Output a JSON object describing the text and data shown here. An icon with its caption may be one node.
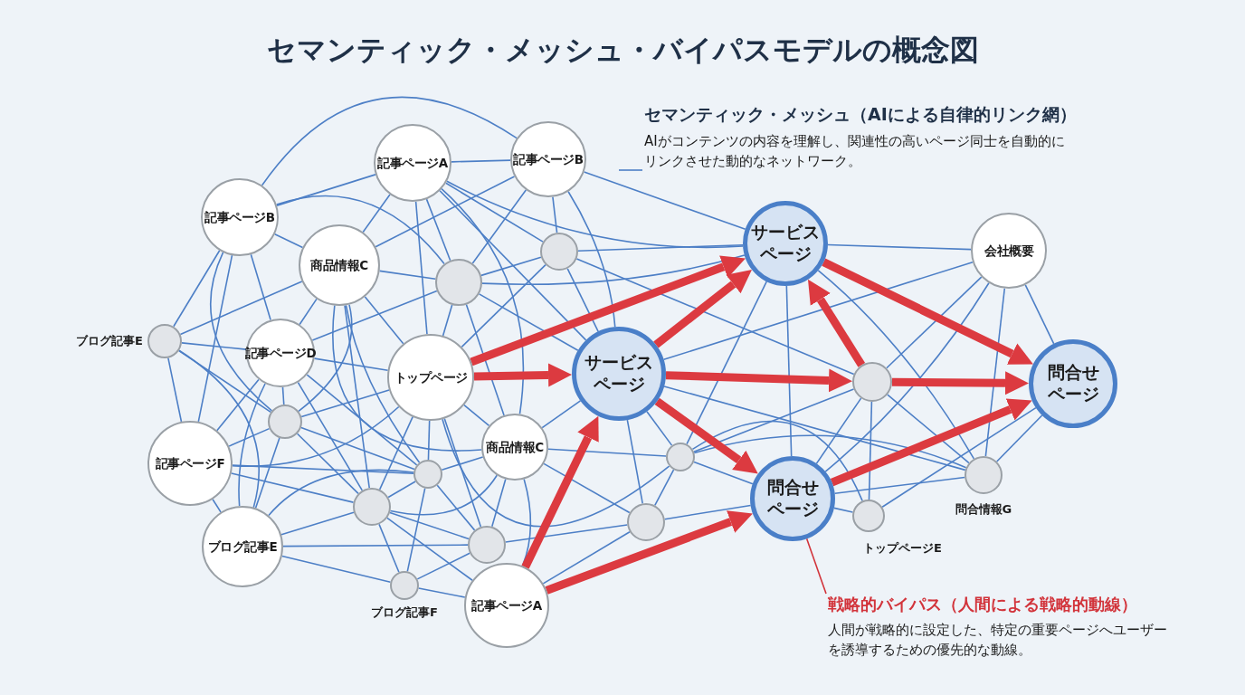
{
  "diagram": {
    "title": "セマンティック・メッシュ・バイパスモデルの概念図",
    "nodes": [
      {
        "text": [
          "記事ページA"
        ]
      },
      {
        "text": [
          "記事ページB"
        ]
      },
      {
        "text": [
          "記事ページB"
        ]
      },
      {
        "text": [
          "商品情報C"
        ]
      },
      {
        "text": [],
        "shape": "circle"
      },
      {
        "text": [],
        "shape": "circle"
      },
      {
        "text": [],
        "shape": "circle",
        "beside": [
          "ブログ記事E"
        ]
      },
      {
        "text": [
          "記事ページD"
        ]
      },
      {
        "text": [
          "トップページ"
        ]
      },
      {
        "text": [],
        "shape": "circle"
      },
      {
        "text": [
          "サービスページ"
        ]
      },
      {
        "text": [
          "サービスページ"
        ]
      },
      {
        "text": [
          "会社概要"
        ]
      },
      {
        "text": [],
        "shape": "circle"
      },
      {
        "text": [
          "問合せページ"
        ]
      },
      {
        "text": [
          "記事ページF"
        ]
      },
      {
        "text": [
          "商品情報C"
        ]
      },
      {
        "text": [],
        "shape": "circle"
      },
      {
        "text": [],
        "shape": "circle"
      },
      {
        "text": [
          "問合せページ"
        ]
      },
      {
        "text": [],
        "shape": "circle"
      },
      {
        "text": [],
        "shape": "circle"
      },
      {
        "text": [],
        "shape": "circle",
        "beside": [
          "問合情報G"
        ]
      },
      {
        "text": [],
        "shape": "circle",
        "beside": [
          "トップページE"
        ]
      },
      {
        "text": [
          "ブログ記事E"
        ]
      },
      {
        "text": [],
        "shape": "circle"
      },
      {
        "text": [],
        "shape": "circle",
        "beside": [
          "ブログ記事F"
        ]
      },
      {
        "text": [
          "記事ページA"
        ]
      },
      {
        "text": [
          "セマンティック・メッシュ（AIによる自律的リンク網）",
          "AIがコンテンツの内容を理解し、関連性の高いページ同士を自動的にリンクさせた動的なネットワーク。"
        ]
      },
      {
        "text": [
          "戦略的バイパス（人間による戦略的動線）",
          "人間が戦略的に設定した、特定の重要ページへユーザーを誘導するための優先的な動線。"
        ]
      }
    ],
    "edges": [
      {
        "from": 0,
        "to": 1,
        "arrow": "none"
      },
      {
        "from": 0,
        "to": 2,
        "arrow": "none"
      },
      {
        "from": 0,
        "to": 3,
        "arrow": "none"
      },
      {
        "from": 0,
        "to": 4,
        "arrow": "none"
      },
      {
        "from": 0,
        "to": 5,
        "arrow": "none"
      },
      {
        "from": 0,
        "to": 8,
        "arrow": "none"
      },
      {
        "from": 0,
        "to": 10,
        "arrow": "none"
      },
      {
        "from": 0,
        "to": 11,
        "arrow": "none"
      },
      {
        "from": 0,
        "to": 16,
        "arrow": "none"
      },
      {
        "from": 1,
        "to": 2,
        "arrow": "none"
      },
      {
        "from": 1,
        "to": 3,
        "arrow": "none"
      },
      {
        "from": 1,
        "to": 4,
        "arrow": "none"
      },
      {
        "from": 1,
        "to": 5,
        "arrow": "none"
      },
      {
        "from": 1,
        "to": 10,
        "arrow": "none"
      },
      {
        "from": 1,
        "to": 11,
        "arrow": "none"
      },
      {
        "from": 2,
        "to": 3,
        "arrow": "none"
      },
      {
        "from": 2,
        "to": 4,
        "arrow": "none"
      },
      {
        "from": 2,
        "to": 6,
        "arrow": "none"
      },
      {
        "from": 2,
        "to": 7,
        "arrow": "none"
      },
      {
        "from": 2,
        "to": 9,
        "arrow": "none"
      },
      {
        "from": 2,
        "to": 15,
        "arrow": "none"
      },
      {
        "from": 3,
        "to": 4,
        "arrow": "none"
      },
      {
        "from": 3,
        "to": 6,
        "arrow": "none"
      },
      {
        "from": 3,
        "to": 7,
        "arrow": "none"
      },
      {
        "from": 3,
        "to": 8,
        "arrow": "none"
      },
      {
        "from": 3,
        "to": 9,
        "arrow": "none"
      },
      {
        "from": 3,
        "to": 16,
        "arrow": "none"
      },
      {
        "from": 3,
        "to": 17,
        "arrow": "none"
      },
      {
        "from": 3,
        "to": 20,
        "arrow": "none"
      },
      {
        "from": 4,
        "to": 5,
        "arrow": "none"
      },
      {
        "from": 4,
        "to": 7,
        "arrow": "none"
      },
      {
        "from": 4,
        "to": 8,
        "arrow": "none"
      },
      {
        "from": 4,
        "to": 10,
        "arrow": "none"
      },
      {
        "from": 4,
        "to": 11,
        "arrow": "none"
      },
      {
        "from": 4,
        "to": 16,
        "arrow": "none"
      },
      {
        "from": 5,
        "to": 8,
        "arrow": "none"
      },
      {
        "from": 5,
        "to": 10,
        "arrow": "none"
      },
      {
        "from": 5,
        "to": 11,
        "arrow": "none"
      },
      {
        "from": 5,
        "to": 13,
        "arrow": "none"
      },
      {
        "from": 6,
        "to": 7,
        "arrow": "none"
      },
      {
        "from": 6,
        "to": 9,
        "arrow": "none"
      },
      {
        "from": 6,
        "to": 15,
        "arrow": "none"
      },
      {
        "from": 6,
        "to": 24,
        "arrow": "none"
      },
      {
        "from": 7,
        "to": 8,
        "arrow": "none"
      },
      {
        "from": 7,
        "to": 9,
        "arrow": "none"
      },
      {
        "from": 7,
        "to": 15,
        "arrow": "none"
      },
      {
        "from": 7,
        "to": 17,
        "arrow": "none"
      },
      {
        "from": 7,
        "to": 20,
        "arrow": "none"
      },
      {
        "from": 7,
        "to": 24,
        "arrow": "none"
      },
      {
        "from": 8,
        "to": 9,
        "arrow": "none"
      },
      {
        "from": 8,
        "to": 15,
        "arrow": "none"
      },
      {
        "from": 8,
        "to": 16,
        "arrow": "none"
      },
      {
        "from": 8,
        "to": 17,
        "arrow": "none"
      },
      {
        "from": 8,
        "to": 20,
        "arrow": "none"
      },
      {
        "from": 8,
        "to": 25,
        "arrow": "none"
      },
      {
        "from": 8,
        "to": 18,
        "arrow": "none"
      },
      {
        "from": 9,
        "to": 15,
        "arrow": "none"
      },
      {
        "from": 9,
        "to": 17,
        "arrow": "none"
      },
      {
        "from": 9,
        "to": 20,
        "arrow": "none"
      },
      {
        "from": 9,
        "to": 24,
        "arrow": "none"
      },
      {
        "from": 10,
        "to": 16,
        "arrow": "none"
      },
      {
        "from": 10,
        "to": 18,
        "arrow": "none"
      },
      {
        "from": 10,
        "to": 21,
        "arrow": "none"
      },
      {
        "from": 10,
        "to": 12,
        "arrow": "none"
      },
      {
        "from": 10,
        "to": 22,
        "arrow": "none"
      },
      {
        "from": 11,
        "to": 12,
        "arrow": "none"
      },
      {
        "from": 11,
        "to": 18,
        "arrow": "none"
      },
      {
        "from": 11,
        "to": 19,
        "arrow": "none"
      },
      {
        "from": 11,
        "to": 22,
        "arrow": "none"
      },
      {
        "from": 12,
        "to": 13,
        "arrow": "none"
      },
      {
        "from": 12,
        "to": 14,
        "arrow": "none"
      },
      {
        "from": 12,
        "to": 19,
        "arrow": "none"
      },
      {
        "from": 12,
        "to": 22,
        "arrow": "none"
      },
      {
        "from": 13,
        "to": 18,
        "arrow": "none"
      },
      {
        "from": 13,
        "to": 19,
        "arrow": "none"
      },
      {
        "from": 13,
        "to": 22,
        "arrow": "none"
      },
      {
        "from": 13,
        "to": 23,
        "arrow": "none"
      },
      {
        "from": 14,
        "to": 22,
        "arrow": "none"
      },
      {
        "from": 14,
        "to": 23,
        "arrow": "none"
      },
      {
        "from": 15,
        "to": 17,
        "arrow": "none"
      },
      {
        "from": 15,
        "to": 20,
        "arrow": "none"
      },
      {
        "from": 15,
        "to": 24,
        "arrow": "none"
      },
      {
        "from": 16,
        "to": 17,
        "arrow": "none"
      },
      {
        "from": 16,
        "to": 18,
        "arrow": "none"
      },
      {
        "from": 16,
        "to": 20,
        "arrow": "none"
      },
      {
        "from": 16,
        "to": 21,
        "arrow": "none"
      },
      {
        "from": 16,
        "to": 25,
        "arrow": "none"
      },
      {
        "from": 16,
        "to": 27,
        "arrow": "none"
      },
      {
        "from": 17,
        "to": 20,
        "arrow": "none"
      },
      {
        "from": 17,
        "to": 24,
        "arrow": "none"
      },
      {
        "from": 17,
        "to": 25,
        "arrow": "none"
      },
      {
        "from": 17,
        "to": 26,
        "arrow": "none"
      },
      {
        "from": 18,
        "to": 19,
        "arrow": "none"
      },
      {
        "from": 18,
        "to": 21,
        "arrow": "none"
      },
      {
        "from": 18,
        "to": 22,
        "arrow": "none"
      },
      {
        "from": 18,
        "to": 23,
        "arrow": "none"
      },
      {
        "from": 19,
        "to": 21,
        "arrow": "none"
      },
      {
        "from": 19,
        "to": 22,
        "arrow": "none"
      },
      {
        "from": 19,
        "to": 23,
        "arrow": "none"
      },
      {
        "from": 20,
        "to": 24,
        "arrow": "none"
      },
      {
        "from": 20,
        "to": 25,
        "arrow": "none"
      },
      {
        "from": 20,
        "to": 26,
        "arrow": "none"
      },
      {
        "from": 20,
        "to": 27,
        "arrow": "none"
      },
      {
        "from": 21,
        "to": 25,
        "arrow": "none"
      },
      {
        "from": 21,
        "to": 27,
        "arrow": "none"
      },
      {
        "from": 24,
        "to": 25,
        "arrow": "none"
      },
      {
        "from": 24,
        "to": 26,
        "arrow": "none"
      },
      {
        "from": 25,
        "to": 26,
        "arrow": "none"
      },
      {
        "from": 26,
        "to": 27,
        "arrow": "none"
      },
      {
        "from": 8,
        "to": 11,
        "arrow": "to",
        "style": "thick",
        "color": "#dc3a40"
      },
      {
        "from": 8,
        "to": 10,
        "arrow": "to",
        "style": "thick",
        "color": "#dc3a40"
      },
      {
        "from": 10,
        "to": 11,
        "arrow": "to",
        "style": "thick",
        "color": "#dc3a40"
      },
      {
        "from": 10,
        "to": 13,
        "arrow": "to",
        "style": "thick",
        "color": "#dc3a40"
      },
      {
        "from": 10,
        "to": 19,
        "arrow": "to",
        "style": "thick",
        "color": "#dc3a40"
      },
      {
        "from": 27,
        "to": 10,
        "arrow": "to",
        "style": "thick",
        "color": "#dc3a40"
      },
      {
        "from": 27,
        "to": 19,
        "arrow": "to",
        "style": "thick",
        "color": "#dc3a40"
      },
      {
        "from": 13,
        "to": 11,
        "arrow": "to",
        "style": "thick",
        "color": "#dc3a40"
      },
      {
        "from": 13,
        "to": 14,
        "arrow": "to",
        "style": "thick",
        "color": "#dc3a40"
      },
      {
        "from": 11,
        "to": 14,
        "arrow": "to",
        "style": "thick",
        "color": "#dc3a40"
      },
      {
        "from": 19,
        "to": 14,
        "arrow": "to",
        "style": "thick",
        "color": "#dc3a40"
      },
      {
        "from": 28,
        "to": null,
        "arrow": "none"
      },
      {
        "from": 29,
        "to": 19,
        "arrow": "none",
        "color": "#d2343b"
      }
    ]
  }
}
